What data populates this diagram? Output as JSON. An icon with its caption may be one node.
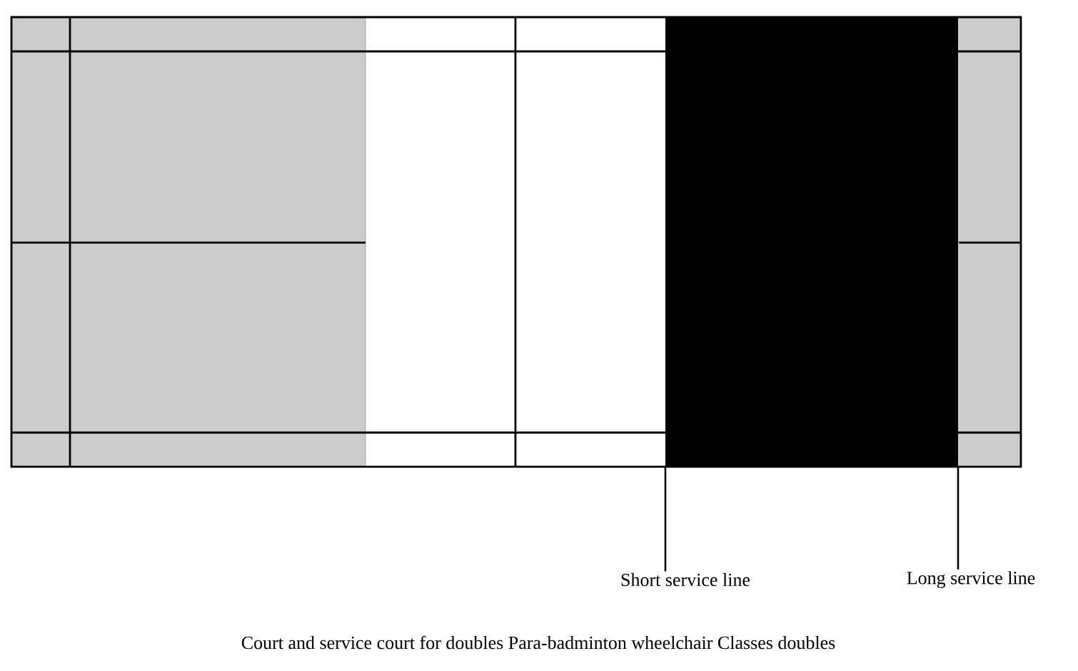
{
  "diagram": {
    "caption": "Court and service court for doubles Para-badminton wheelchair Classes doubles",
    "nodes": [
      {
        "text": [
          "Short service line"
        ]
      },
      {
        "text": [
          "Long service line"
        ]
      }
    ],
    "edges": [
      {
        "from": 0,
        "to": null,
        "arrow": "none"
      },
      {
        "from": 1,
        "to": null,
        "arrow": "none"
      }
    ]
  }
}
